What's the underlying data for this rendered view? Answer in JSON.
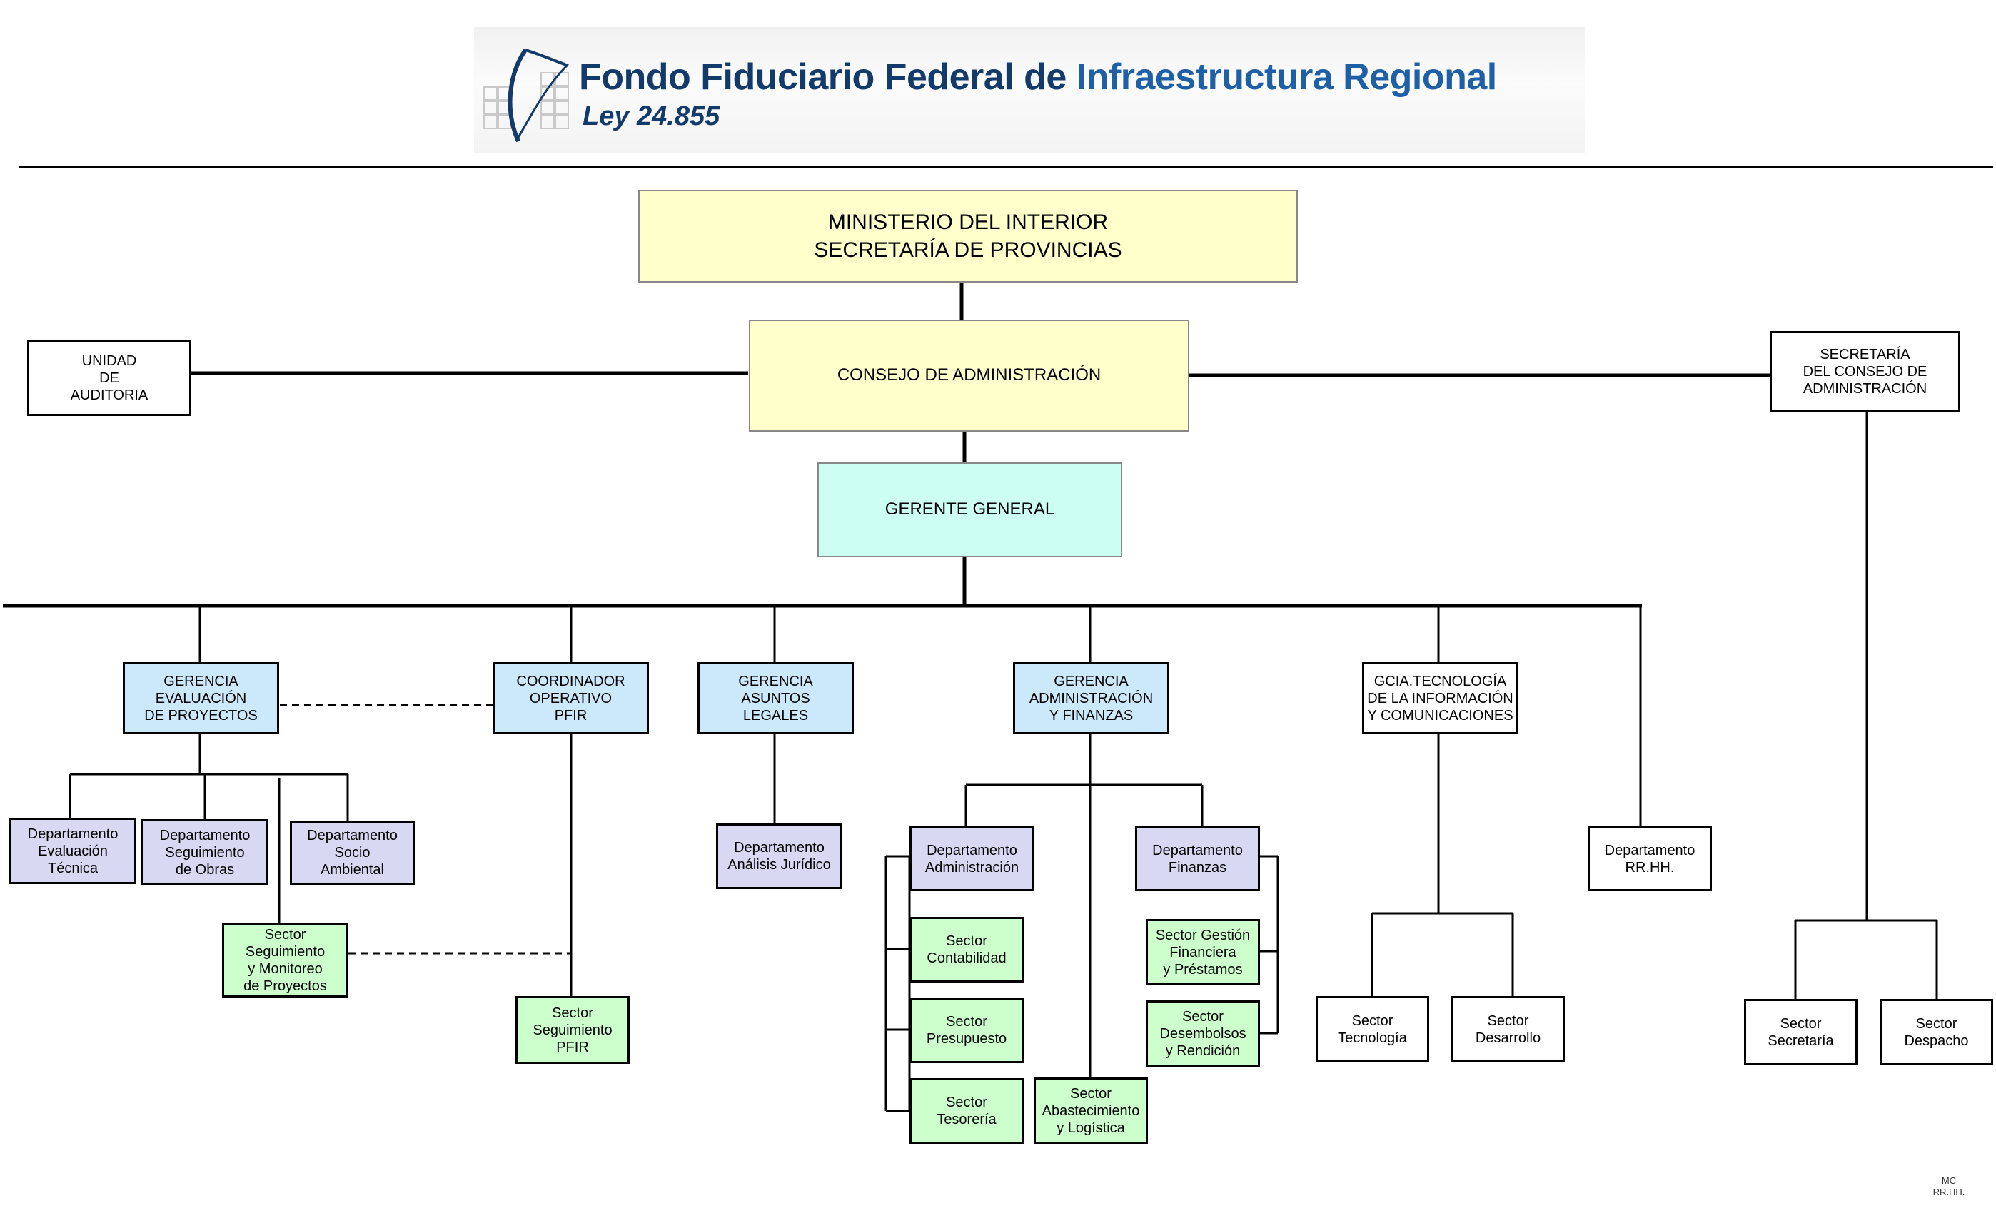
{
  "header": {
    "title_part1": "Fondo Fiduciario Federal de ",
    "title_part2": "Infraestructura Regional",
    "subtitle": "Ley 24.855"
  },
  "nodes": {
    "ministerio": "MINISTERIO DEL INTERIOR\nSECRETARÍA DE PROVINCIAS",
    "consejo": "CONSEJO DE ADMINISTRACIÓN",
    "auditoria": "UNIDAD\nDE\nAUDITORIA",
    "secretaria_consejo": "SECRETARÍA\nDEL CONSEJO DE\nADMINISTRACIÓN",
    "gerente_general": "GERENTE GENERAL",
    "gerencia_evaluacion": "GERENCIA\nEVALUACIÓN\nDE PROYECTOS",
    "coordinador_pfir": "COORDINADOR\nOPERATIVO\nPFIR",
    "gerencia_legales": "GERENCIA\nASUNTOS\nLEGALES",
    "gerencia_admin": "GERENCIA\nADMINISTRACIÓN\nY FINANZAS",
    "gcia_tic": "GCIA.TECNOLOGÍA\nDE LA INFORMACIÓN\nY COMUNICACIONES",
    "depto_evaluacion": "Departamento\nEvaluación\nTécnica",
    "depto_seguimiento_obras": "Departamento\nSeguimiento\nde Obras",
    "depto_socio": "Departamento\nSocio\nAmbiental",
    "sector_seguimiento_monitoreo": "Sector\nSeguimiento\ny Monitoreo\nde Proyectos",
    "sector_seguimiento_pfir": "Sector\nSeguimiento\nPFIR",
    "depto_juridico": "Departamento\nAnálisis Jurídico",
    "depto_administracion": "Departamento\nAdministración",
    "depto_finanzas": "Departamento\nFinanzas",
    "sector_contabilidad": "Sector\nContabilidad",
    "sector_presupuesto": "Sector\nPresupuesto",
    "sector_tesoreria": "Sector\nTesorería",
    "sector_abastecimiento": "Sector\nAbastecimiento\ny Logística",
    "sector_gestion_financiera": "Sector Gestión\nFinanciera\ny  Préstamos",
    "sector_desembolsos": "Sector\nDesembolsos\ny Rendición",
    "depto_rrhh": "Departamento\nRR.HH.",
    "sector_tecnologia": "Sector\nTecnología",
    "sector_desarrollo": "Sector\nDesarrollo",
    "sector_secretaria": "Sector\nSecretaría",
    "sector_despacho": "Sector\nDespacho"
  },
  "footer": {
    "initials": "MC\nRR.HH."
  },
  "colors": {
    "top_level": "#ffffcc",
    "general_manager": "#ccfff2",
    "management": "#cce8fb",
    "department": "#d8d8f2",
    "sector": "#ccffcc"
  }
}
